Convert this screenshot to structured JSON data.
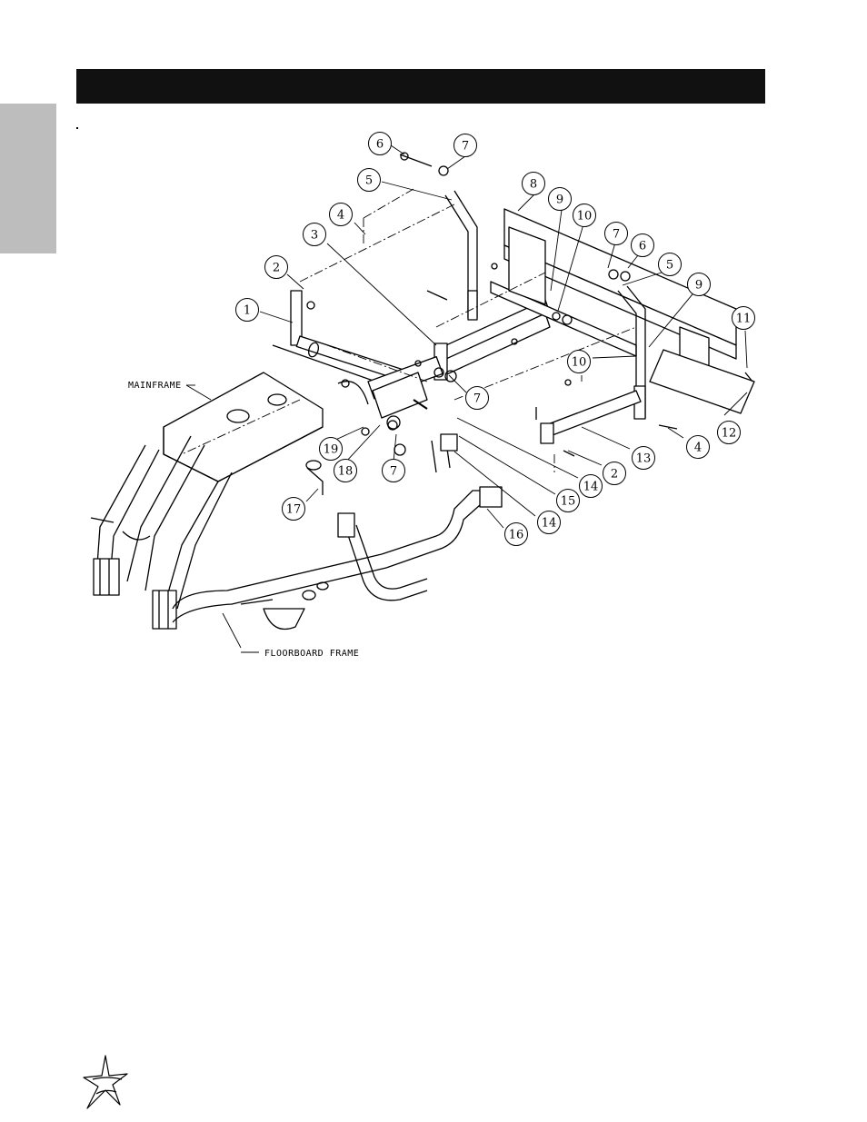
{
  "header": {
    "title": ""
  },
  "diagram": {
    "labels": {
      "mainframe": "MAINFRAME",
      "floorboard_frame": "FLOORBOARD FRAME"
    },
    "callouts": [
      {
        "id": "c6a",
        "num": "6"
      },
      {
        "id": "c7a",
        "num": "7"
      },
      {
        "id": "c5a",
        "num": "5"
      },
      {
        "id": "c4a",
        "num": "4"
      },
      {
        "id": "c3",
        "num": "3"
      },
      {
        "id": "c2a",
        "num": "2"
      },
      {
        "id": "c1",
        "num": "1"
      },
      {
        "id": "c8",
        "num": "8"
      },
      {
        "id": "c9a",
        "num": "9"
      },
      {
        "id": "c10a",
        "num": "10"
      },
      {
        "id": "c7b",
        "num": "7"
      },
      {
        "id": "c6b",
        "num": "6"
      },
      {
        "id": "c5b",
        "num": "5"
      },
      {
        "id": "c9b",
        "num": "9"
      },
      {
        "id": "c11",
        "num": "11"
      },
      {
        "id": "c10b",
        "num": "10"
      },
      {
        "id": "c12",
        "num": "12"
      },
      {
        "id": "c4b",
        "num": "4"
      },
      {
        "id": "c13",
        "num": "13"
      },
      {
        "id": "c7c",
        "num": "7"
      },
      {
        "id": "c19",
        "num": "19"
      },
      {
        "id": "c18",
        "num": "18"
      },
      {
        "id": "c7d",
        "num": "7"
      },
      {
        "id": "c14a",
        "num": "14"
      },
      {
        "id": "c2b",
        "num": "2"
      },
      {
        "id": "c15",
        "num": "15"
      },
      {
        "id": "c17",
        "num": "17"
      },
      {
        "id": "c14b",
        "num": "14"
      },
      {
        "id": "c16",
        "num": "16"
      }
    ]
  },
  "logo": {
    "icon": "star-swoosh-logo-icon"
  }
}
